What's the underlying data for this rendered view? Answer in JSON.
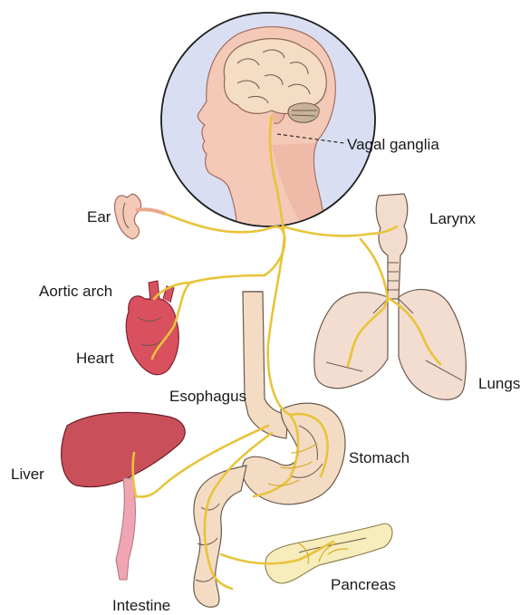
{
  "labels": {
    "vagal_ganglia": "Vagal ganglia",
    "ear": "Ear",
    "larynx": "Larynx",
    "aortic_arch": "Aortic arch",
    "heart": "Heart",
    "lungs": "Lungs",
    "esophagus": "Esophagus",
    "stomach": "Stomach",
    "liver": "Liver",
    "pancreas": "Pancreas",
    "intestine": "Intestine"
  },
  "colors": {
    "nerve": "#e8c43a",
    "head_circle": "#d9def2",
    "skin": "#f4c9b8",
    "brain": "#f5dcc4",
    "heart": "#d9505f",
    "liver": "#c9505a",
    "lungs": "#f3ddd0",
    "gut": "#f4dcc4",
    "pancreas": "#f7ecbc"
  },
  "icons": [
    "head-profile",
    "brain",
    "ear",
    "heart",
    "larynx-trachea",
    "lungs",
    "esophagus",
    "stomach",
    "liver",
    "pancreas",
    "intestine"
  ]
}
